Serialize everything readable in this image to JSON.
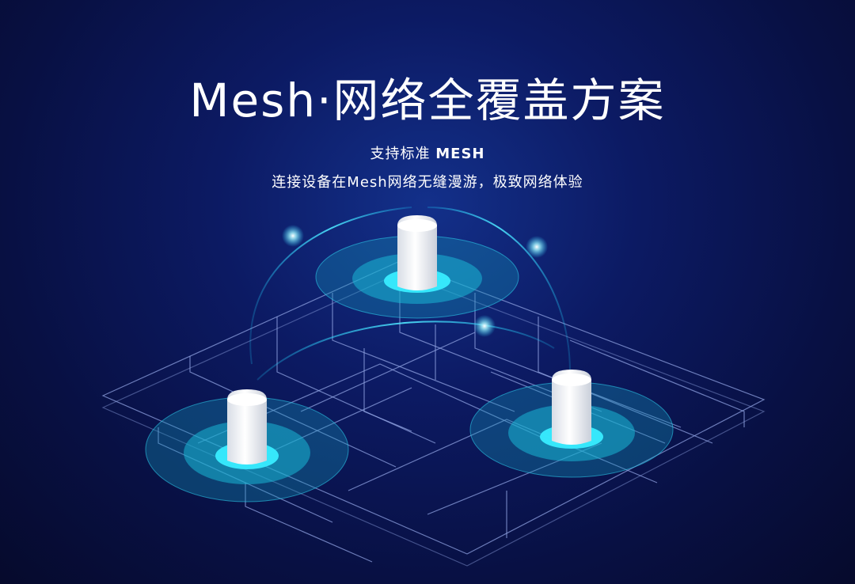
{
  "title": "Mesh·网络全覆盖方案",
  "subtitle_prefix": "支持标准 ",
  "subtitle_brand": "MESH",
  "description": "连接设备在Mesh网络无缝漫游，极致网络体验",
  "colors": {
    "background": "#0a1450",
    "line": "#8fa2e0",
    "ring_outer": "#1aa8c4",
    "ring_core": "#22e6ff",
    "device": "#f4f6fa"
  },
  "devices": [
    {
      "name": "mesh-router-top"
    },
    {
      "name": "mesh-router-left"
    },
    {
      "name": "mesh-router-right"
    }
  ]
}
